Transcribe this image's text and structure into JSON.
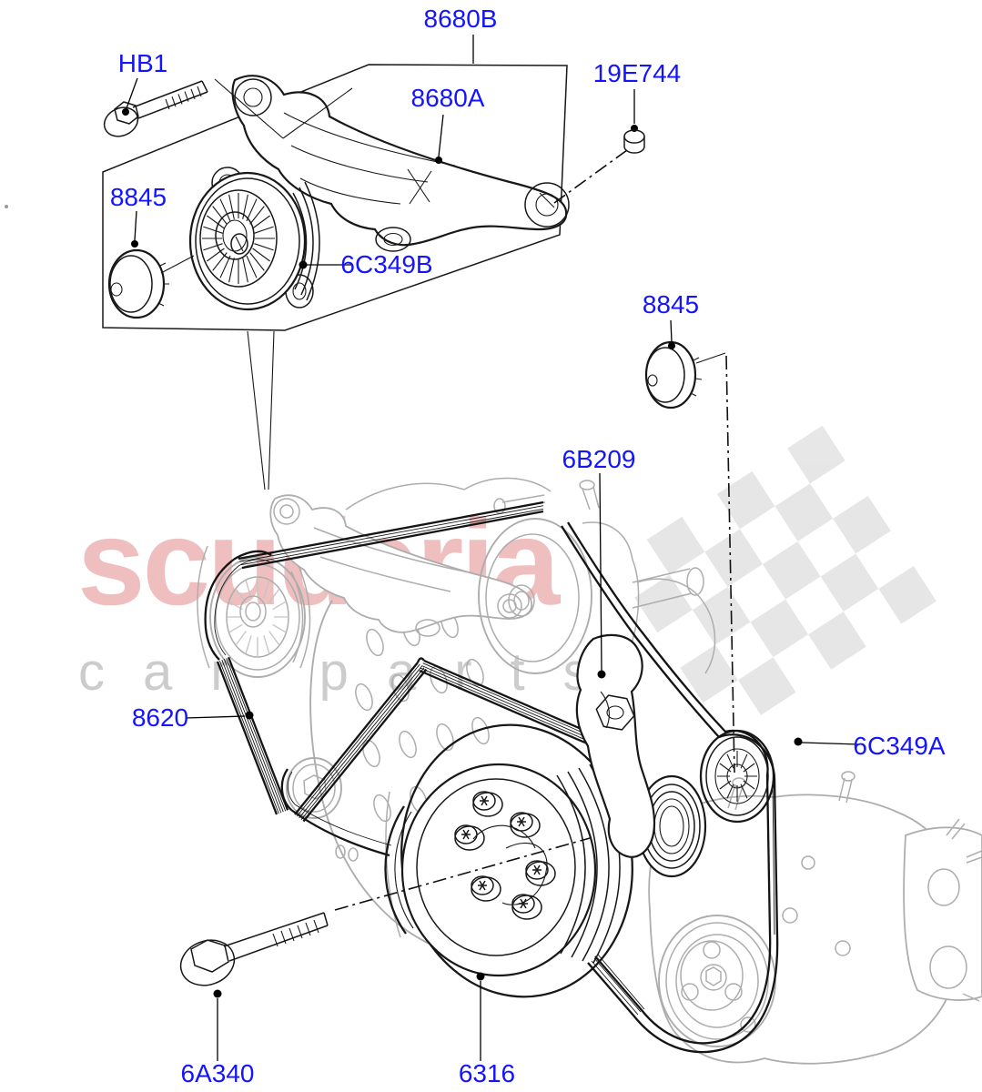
{
  "colors": {
    "label_blue": "#1414ff",
    "line_dark": "#181818",
    "line_gray": "#adadad",
    "watermark_red": "#cc2a2a",
    "watermark_gray": "#c4c4c4",
    "checker_gray": "#e4e4e4"
  },
  "watermark": {
    "brand": "scuderia",
    "tagline": "car parts"
  },
  "exploded": {
    "bolt": "HB1",
    "assembly": "8680B",
    "bracket": "8680A",
    "plug": "19E744",
    "cap": "8845",
    "pulley": "6C349B"
  },
  "main": {
    "cap": "8845",
    "tensioner": "6B209",
    "belt_primary": "8620",
    "belt_secondary": "6C349A",
    "bolt": "6A340",
    "crank_pulley": "6316"
  }
}
